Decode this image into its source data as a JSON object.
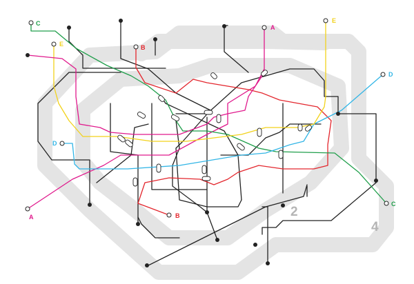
{
  "colors": {
    "background": "#ffffff",
    "zone_band": "#e4e4e4",
    "zone_number": "#b5b5b5",
    "black": "#222222",
    "line_A": "#e0188c",
    "line_B": "#e3262d",
    "line_C": "#1f9e4a",
    "line_D": "#31b5e6",
    "line_E": "#f2d21b"
  },
  "lines": [
    {
      "id": "A",
      "label": "A",
      "color": "#e0188c"
    },
    {
      "id": "B",
      "label": "B",
      "color": "#e3262d"
    },
    {
      "id": "C",
      "label": "C",
      "color": "#1f9e4a"
    },
    {
      "id": "D",
      "label": "D",
      "color": "#31b5e6"
    },
    {
      "id": "E",
      "label": "E",
      "color": "#f2d21b"
    }
  ],
  "terminal_labels": {
    "A_north": "A",
    "A_south": "A",
    "B_north": "B",
    "B_south": "B",
    "C_north": "C",
    "C_east": "C",
    "D_west": "D",
    "D_east": "D",
    "E_north": "E",
    "E_west": "E"
  },
  "zones": {
    "zone_2": "2",
    "zone_4": "4"
  }
}
